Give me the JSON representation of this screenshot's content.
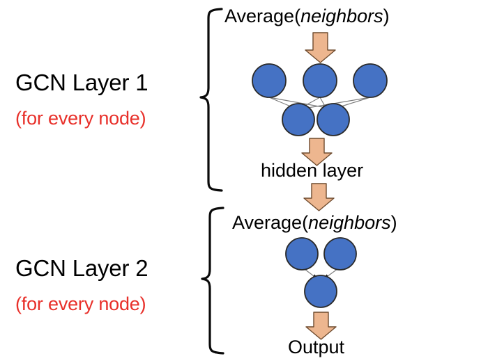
{
  "diagram": {
    "title": "GCN two-layer aggregation diagram",
    "background_color": "#FFFFFF",
    "node_fill_color": "#4572C4",
    "node_stroke_color": "#2A2A2A",
    "arrow_fill_color": "#EDB68F",
    "arrow_stroke_color": "#7A5232",
    "edge_color": "#808080",
    "accent_red": "#E8302A",
    "text_color": "#000000"
  },
  "layer1": {
    "title": "GCN Layer 1",
    "subtitle": "(for every node)",
    "caption_prefix": "Average(",
    "caption_italic": "neighbors",
    "caption_suffix": ")",
    "output_label": "hidden layer",
    "top_node_count": 3,
    "bottom_node_count": 2,
    "brace_name": "layer-1-brace"
  },
  "layer2": {
    "title": "GCN Layer 2",
    "subtitle": "(for every node)",
    "caption_prefix": "Average(",
    "caption_italic": "neighbors",
    "caption_suffix": ")",
    "output_label": "Output",
    "top_node_count": 2,
    "bottom_node_count": 1,
    "brace_name": "layer-2-brace"
  },
  "arrows": {
    "layer1_input_arrow": "down-arrow",
    "layer1_output_arrow": "down-arrow",
    "interlayer_arrow": "down-arrow",
    "layer2_output_arrow": "down-arrow"
  }
}
